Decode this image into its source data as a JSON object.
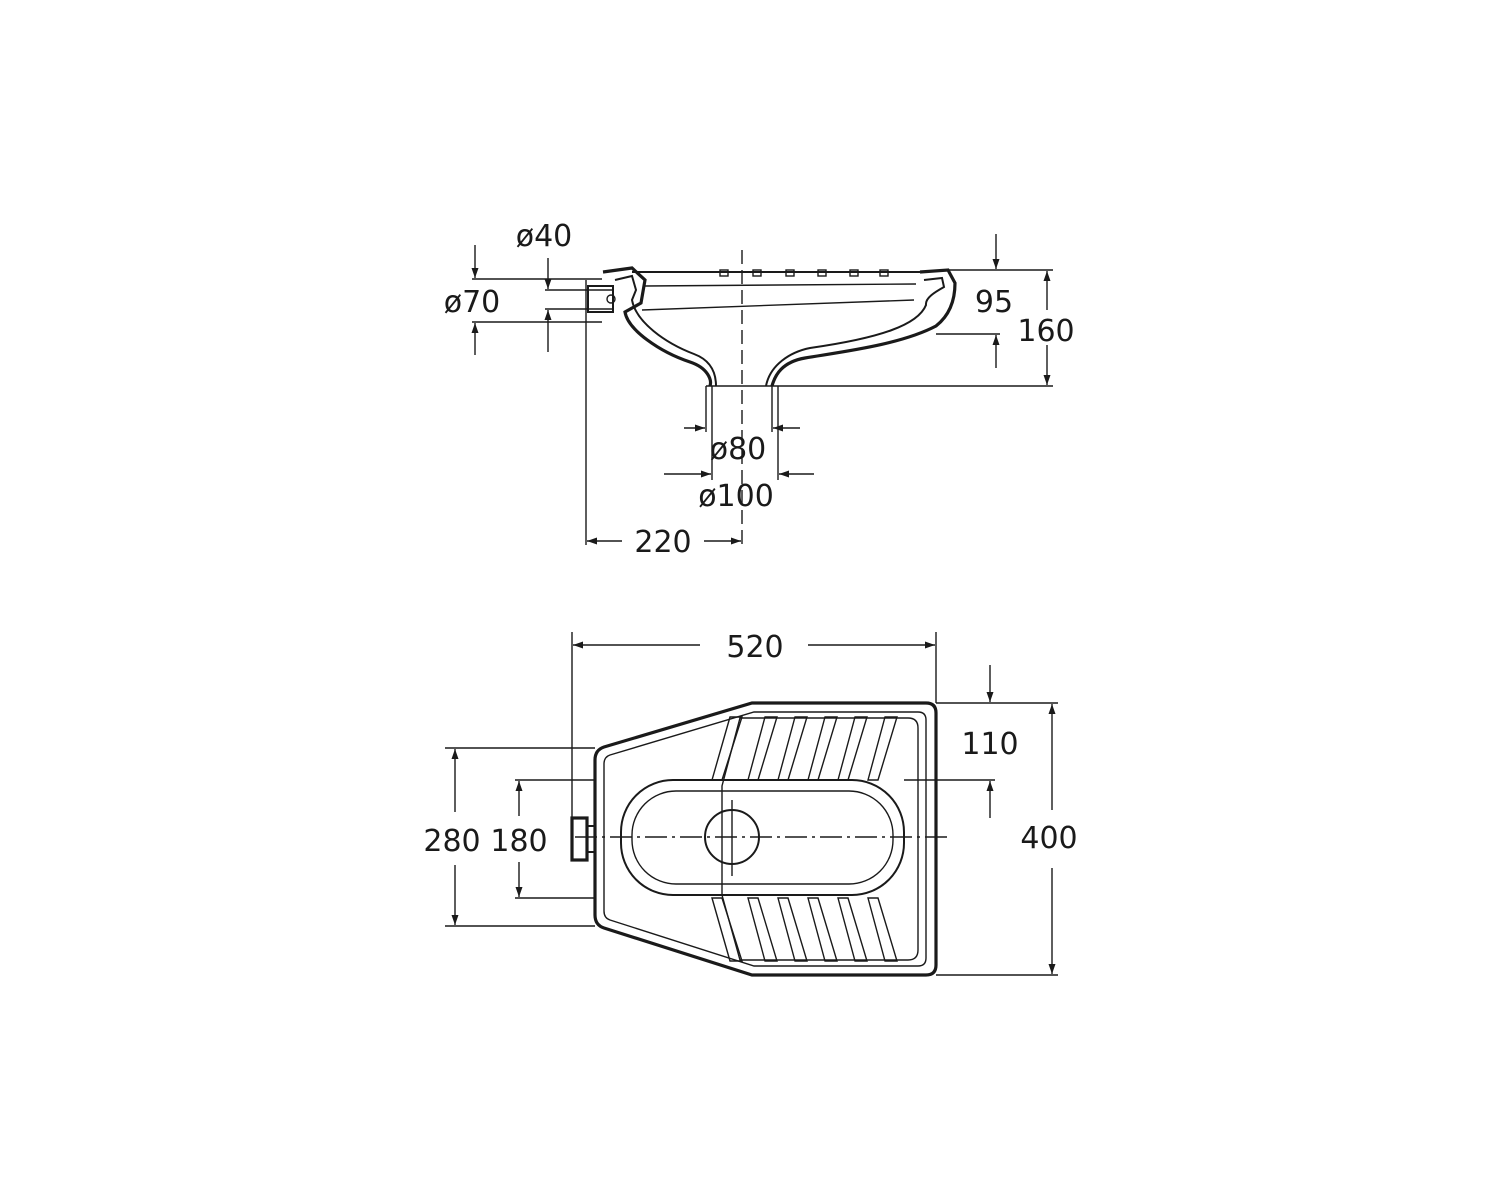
{
  "side_view": {
    "dims": {
      "d40": "ø40",
      "d70": "ø70",
      "d80": "ø80",
      "d100": "ø100",
      "w220": "220",
      "h95": "95",
      "h160": "160"
    }
  },
  "plan_view": {
    "dims": {
      "w520": "520",
      "h110": "110",
      "h400": "400",
      "h280": "280",
      "h180": "180"
    }
  }
}
